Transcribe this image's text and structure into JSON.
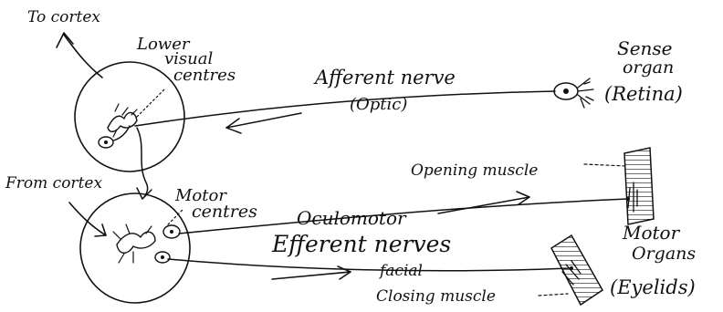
{
  "labels": {
    "to_cortex": "To cortex",
    "lower_visual_centres_1": "Lower",
    "lower_visual_centres_2": "visual",
    "lower_visual_centres_3": "centres",
    "afferent_nerve": "Afferent nerve",
    "optic": "(Optic)",
    "sense_organ_1": "Sense",
    "sense_organ_2": "organ",
    "retina": "(Retina)",
    "from_cortex": "From cortex",
    "opening_muscle": "Opening muscle",
    "motor_centres_1": "Motor",
    "motor_centres_2": "centres",
    "oculomotor": "Oculomotor",
    "efferent_nerves": "Efferent nerves",
    "facial": "facial",
    "closing_muscle": "Closing muscle",
    "motor_organs_1": "Motor",
    "motor_organs_2": "Organs",
    "eyelids": "(Eyelids)"
  }
}
